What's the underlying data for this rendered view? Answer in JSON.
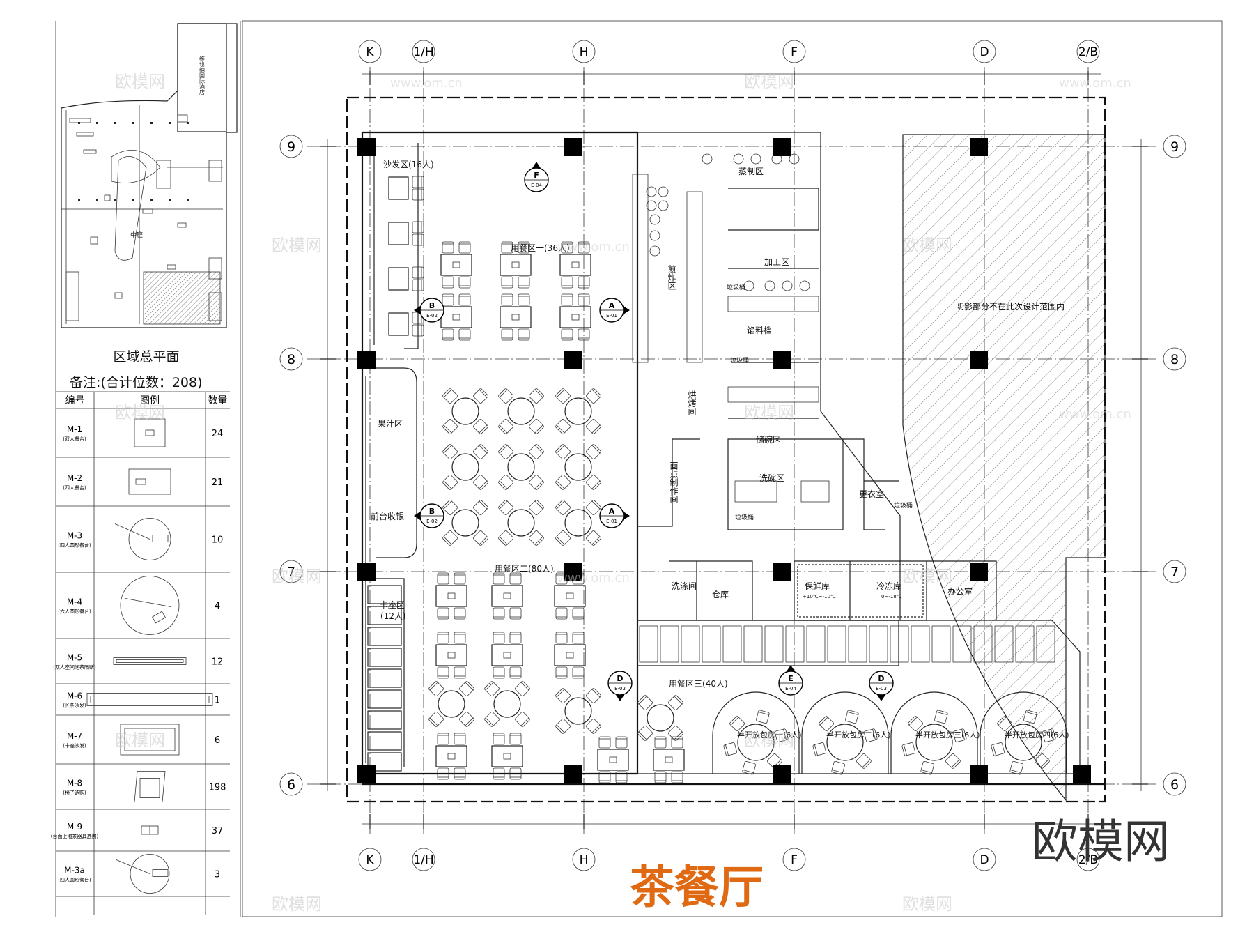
{
  "title": "茶餐厅",
  "watermark_brand": "欧模网",
  "watermark_small": "欧模网",
  "watermark_url": "www.om.cn",
  "site_plan": {
    "caption": "区域总平面",
    "tag_courtyard": "中庭",
    "tag_hotel": "维也纳国际酒店"
  },
  "legend": {
    "remark": "备注:(合计位数：208)",
    "headers": [
      "编号",
      "图例",
      "数量"
    ],
    "rows": [
      {
        "code": "M-1",
        "desc": "(双人餐台)",
        "qty": "24"
      },
      {
        "code": "M-2",
        "desc": "(四人餐台)",
        "qty": "21"
      },
      {
        "code": "M-3",
        "desc": "(四人圆形餐台)",
        "qty": "10"
      },
      {
        "code": "M-4",
        "desc": "(六人圆形餐台)",
        "qty": "4"
      },
      {
        "code": "M-5",
        "desc": "(双人座间泡茶隔断)",
        "qty": "12"
      },
      {
        "code": "M-6",
        "desc": "(长条沙发)",
        "qty": "1"
      },
      {
        "code": "M-7",
        "desc": "(卡座沙发)",
        "qty": "6"
      },
      {
        "code": "M-8",
        "desc": "(椅子选购)",
        "qty": "198"
      },
      {
        "code": "M-9",
        "desc": "(台面上泡茶器具选购)",
        "qty": "37"
      },
      {
        "code": "M-3a",
        "desc": "(四人圆形餐台)",
        "qty": "3"
      }
    ]
  },
  "grid": {
    "cols": [
      "K",
      "1/H",
      "H",
      "F",
      "D",
      "2/B"
    ],
    "rows": [
      "9",
      "8",
      "7",
      "6"
    ]
  },
  "rooms": {
    "sofa": "沙发区(16人)",
    "dining1": "用餐区一(36人)",
    "dining2": "用餐区二(80人)",
    "dining3": "用餐区三(40人)",
    "juice": "果汁区",
    "cashier": "前台收银",
    "booth": "卡座区",
    "booth_cap": "(12人)",
    "steam": "蒸制区",
    "fry": "煎炸区",
    "process": "加工区",
    "filling": "馅料档",
    "bake": "烘烤间",
    "pastry": "面点制作间",
    "dish_store": "储碗区",
    "wash": "洗碗区",
    "locker": "更衣室",
    "laundry": "洗涤间",
    "store": "仓库",
    "fresh": "保鲜库",
    "fresh_temp": "+10℃~-10℃",
    "freeze": "冷冻库",
    "freeze_temp": "0~-18℃",
    "office": "办公室",
    "shaded": "阴影部分不在此次设计范围内",
    "trash": "垃圾桶",
    "private1": "半开放包房一(6人)",
    "private2": "半开放包房二(6人)",
    "private3": "半开放包房三(6人)",
    "private4": "半开放包房四(6人)"
  },
  "markers": {
    "A_letter": "A",
    "A_ref": "E-01",
    "B_letter": "B",
    "B_ref": "E-02",
    "D_letter": "D",
    "D_ref": "E-03",
    "E_letter": "E",
    "E_ref": "E-04",
    "F_letter": "F",
    "F_ref": "E-04"
  }
}
